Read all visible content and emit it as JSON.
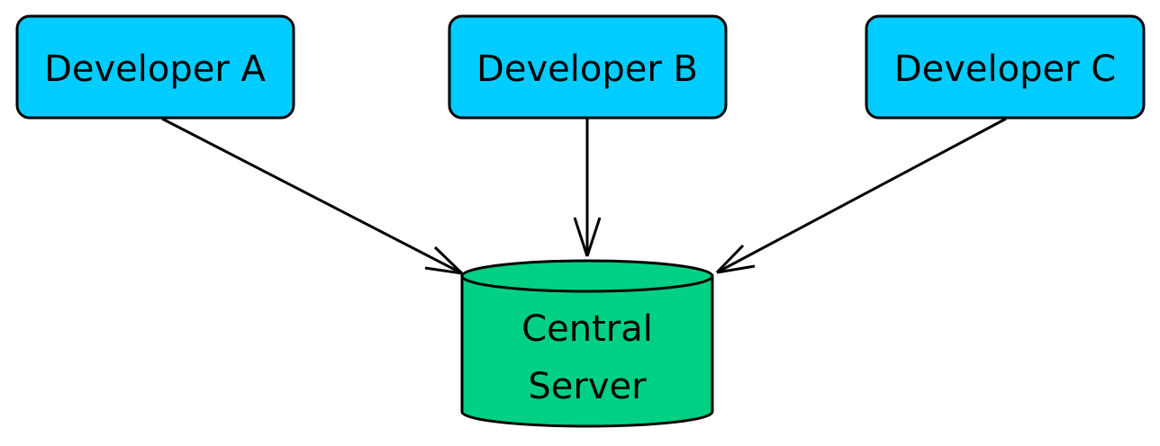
{
  "diagram": {
    "developers": [
      {
        "label": "Developer A"
      },
      {
        "label": "Developer B"
      },
      {
        "label": "Developer C"
      }
    ],
    "server": {
      "line1": "Central",
      "line2": "Server"
    }
  },
  "colors": {
    "developer_fill": "#00CCFF",
    "server_fill": "#00D084",
    "stroke": "#000000"
  }
}
